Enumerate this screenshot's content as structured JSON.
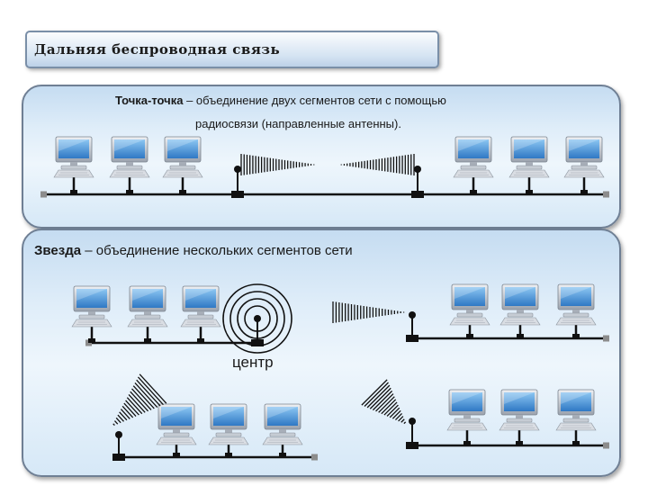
{
  "header": {
    "title": "Дальняя беспроводная связь"
  },
  "point_to_point": {
    "term": "Точка-точка",
    "description_line1": " – объединение двух сегментов сети с помощью",
    "description_line2": "радиосвязи (направленные антенны)."
  },
  "star": {
    "term": "Звезда",
    "description": " – объединение нескольких сегментов сети",
    "center_label": "центр"
  },
  "colors": {
    "cable": "#111111",
    "screen": "#3f8fd6",
    "panel_border": "#6f7f94"
  },
  "icons": [
    "computer-icon",
    "antenna-icon",
    "radio-beam-icon",
    "broadcast-wave-icon"
  ]
}
